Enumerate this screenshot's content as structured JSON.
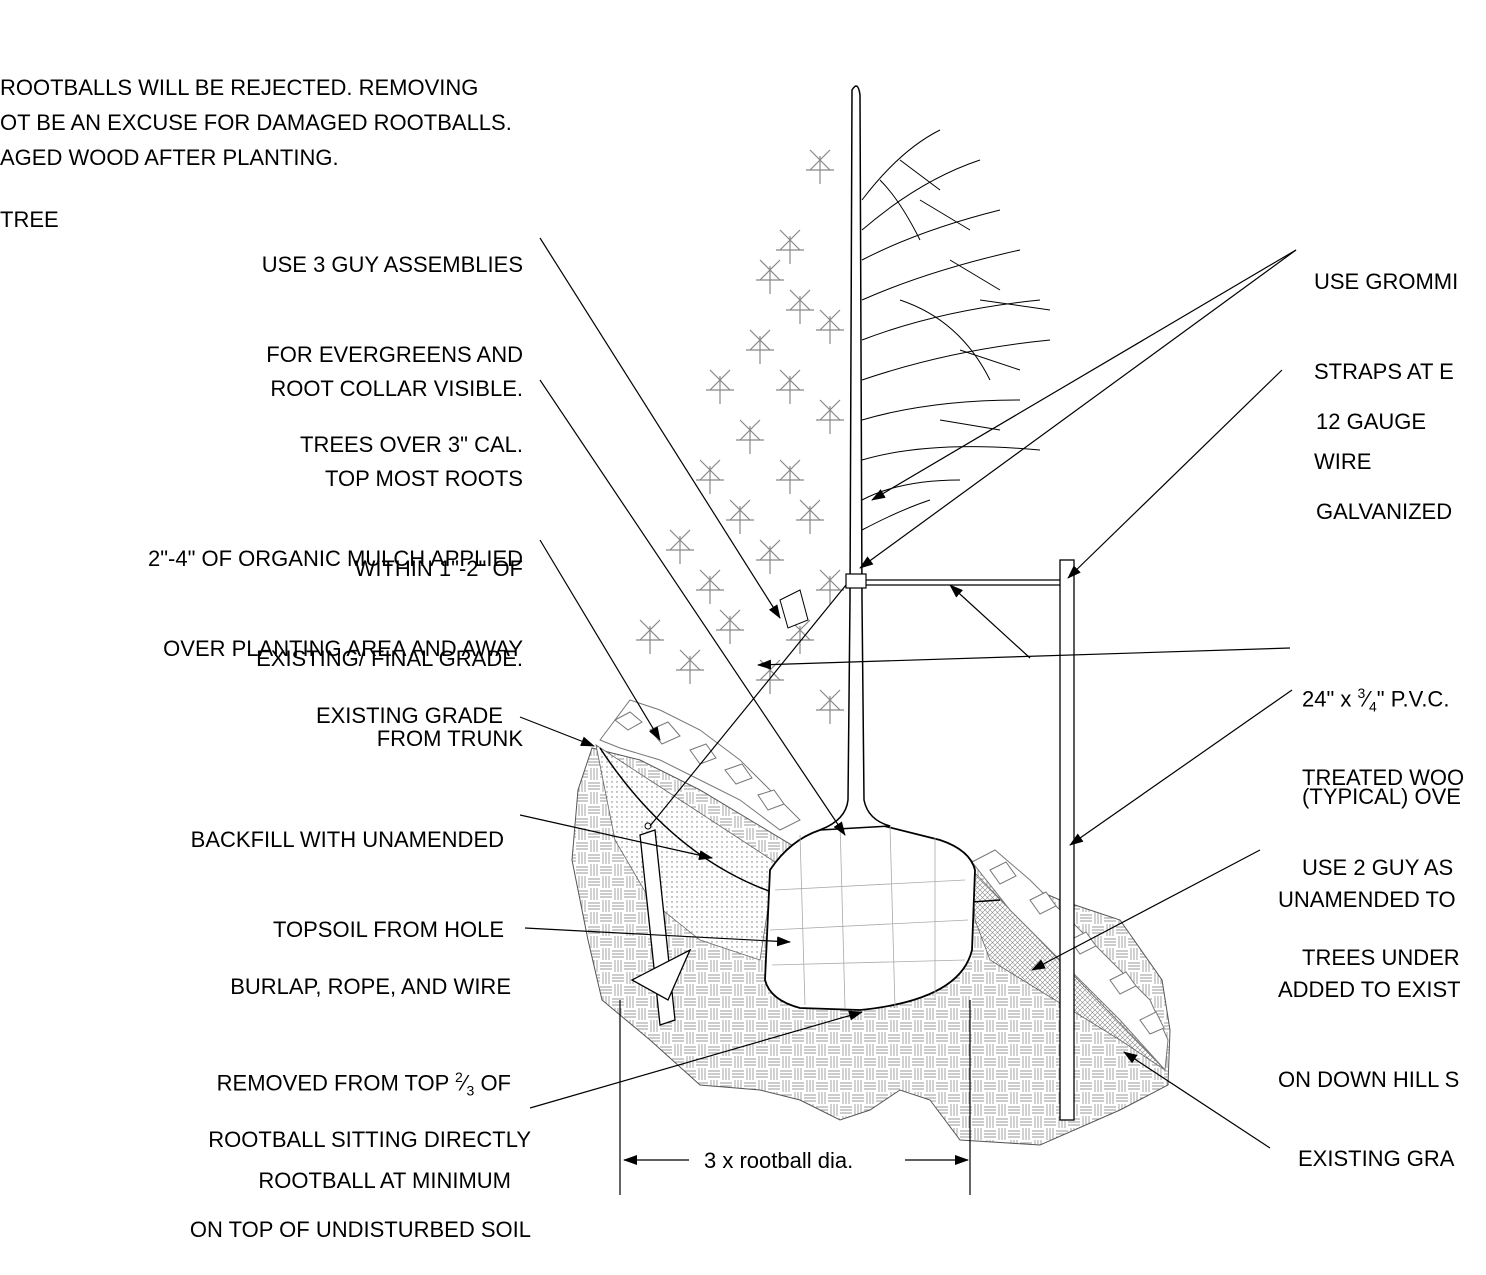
{
  "notes": {
    "line1": "ROOTBALLS WILL BE REJECTED. REMOVING",
    "line2": "OT BE AN EXCUSE FOR DAMAGED ROOTBALLS.",
    "line3": "AGED WOOD AFTER PLANTING.",
    "line4": "TREE"
  },
  "labels_left": {
    "guy_assemblies": [
      "USE 3 GUY ASSEMBLIES",
      "FOR EVERGREENS AND",
      "TREES OVER 3\" CAL."
    ],
    "root_collar": [
      "ROOT COLLAR VISIBLE.",
      "TOP MOST ROOTS",
      "WITHIN 1\"-2\" OF",
      "EXISTING/ FINAL GRADE."
    ],
    "mulch": [
      "2\"-4\" OF ORGANIC MULCH APPLIED",
      "OVER PLANTING AREA AND AWAY",
      "FROM TRUNK"
    ],
    "existing_grade": "EXISTING GRADE",
    "backfill": [
      "BACKFILL WITH UNAMENDED",
      "TOPSOIL FROM HOLE"
    ],
    "burlap": {
      "line1": "BURLAP, ROPE, AND WIRE",
      "line2_pre": "REMOVED FROM TOP ",
      "frac_num": "2",
      "frac_den": "3",
      "line2_post": " OF",
      "line3": "ROOTBALL AT MINIMUM"
    },
    "rootball_sitting": [
      "ROOTBALL SITTING DIRECTLY",
      "ON TOP OF UNDISTURBED SOIL"
    ]
  },
  "labels_right": {
    "grommets": [
      "USE GROMMI",
      "STRAPS AT E",
      "WIRE"
    ],
    "gauge": [
      "12 GAUGE",
      "GALVANIZED"
    ],
    "pvc": {
      "pre": "24\" x ",
      "frac_num": "3",
      "frac_den": "4",
      "post": "\" P.V.C.",
      "line2": "(TYPICAL) OVE"
    },
    "treated_wood": [
      "TREATED WOO",
      "USE 2 GUY AS",
      "TREES UNDER"
    ],
    "unamended": [
      "UNAMENDED TO",
      "ADDED TO EXIST",
      "ON DOWN HILL S"
    ],
    "existing_grade": "EXISTING GRA"
  },
  "dimension": {
    "label": "3 x rootball dia."
  }
}
